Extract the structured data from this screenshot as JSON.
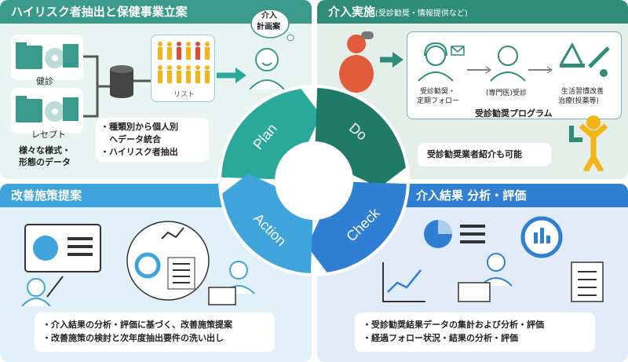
{
  "q1": {
    "title": "ハイリスク者抽出と保健事業立案",
    "kenshin": "健診",
    "receipt": "レセプト",
    "various1": "様々な様式・",
    "various2": "形態のデータ",
    "bullets": [
      "・種類別から個人別",
      "　へデータ統合",
      "・ハイリスク者抽出"
    ],
    "list": "リスト",
    "bubble1": "介入",
    "bubble2": "計画案"
  },
  "q2": {
    "title": "介入実施",
    "title_sub": "(受診勧奨・情報提供など)",
    "item1a": "受診勧奨・",
    "item1b": "定期フォロー",
    "item2": "(専門医)受診",
    "item3a": "生活習慣改善",
    "item3b": "治療(投薬等)",
    "program": "受診勧奨プログラム",
    "referral": "受診勧奨業者紹介も可能"
  },
  "q3": {
    "title": "改善施策提案",
    "bullets": [
      "・介入結果の分析・評価に基づく、改善施策提案",
      "・改善施策の検討と次年度抽出要件の洗い出し"
    ]
  },
  "q4": {
    "title": "介入結果 分析・評価",
    "bullets": [
      "・受診勧奨結果データの集計および分析・評価",
      "・経過フォロー状況・結果の分析・評価"
    ]
  },
  "cycle": {
    "plan": "Plan",
    "do": "Do",
    "check": "Check",
    "action": "Action"
  },
  "colors": {
    "plan": "#2aa99a",
    "do": "#1f7a68",
    "check": "#2f7fd2",
    "action": "#3fa3dc"
  }
}
